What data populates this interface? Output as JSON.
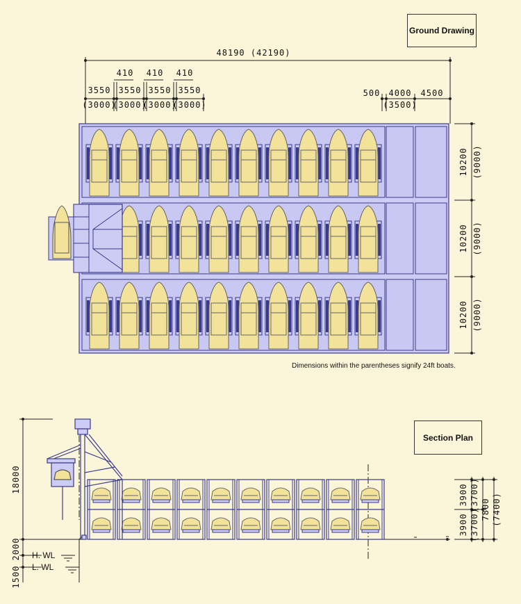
{
  "titles": {
    "ground": "Ground Drawing",
    "section": "Section Plan"
  },
  "note": "Dimensions within the parentheses signify 24ft boats.",
  "plan_dims": {
    "total": "48190 (42190)",
    "gap1": "410",
    "gap2": "410",
    "gap3": "410",
    "bay1": "3550",
    "bay2": "3550",
    "bay3": "3550",
    "bay4": "3550",
    "bay1_alt": "(3000)",
    "bay2_alt": "(3000)",
    "bay3_alt": "(3000)",
    "bay4_alt": "(3000)",
    "right_500": "500",
    "right_4000": "4000",
    "right_4500": "4500",
    "right_alt": "(3500)",
    "row1": "10200",
    "row1_alt": "(9000)",
    "row2": "10200",
    "row2_alt": "(9000)",
    "row3": "10200",
    "row3_alt": "(9000)"
  },
  "section_dims": {
    "h18000": "18000",
    "h2000": "2000",
    "h1500": "1500",
    "hwl": "H. WL",
    "lwl": "L. WL",
    "upper": "3900",
    "upper_alt": "(3700)",
    "lower": "3900",
    "lower_alt": "(3700)",
    "total": "7800",
    "total_alt": "(7400)"
  },
  "colors": {
    "background": "#fbf6d9",
    "rack_fill": "#ccccf5",
    "rack_stroke": "#3a3a8c",
    "boat_fill": "#f3e39a",
    "line": "#222222"
  }
}
